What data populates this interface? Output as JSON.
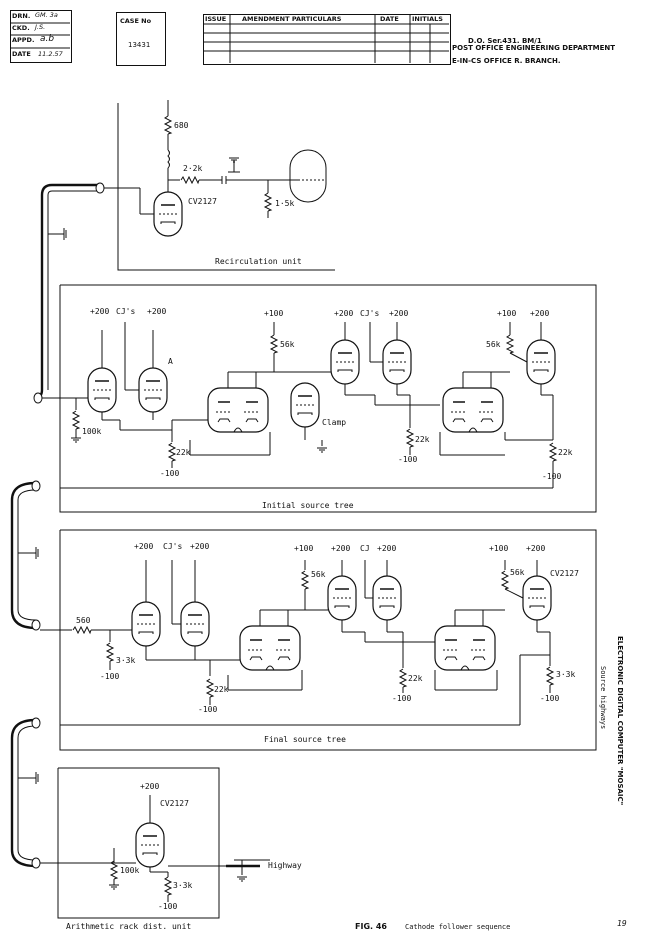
{
  "title_block": {
    "drn_label": "DRN.",
    "drn_value": "GM. 3a",
    "ckd_label": "CKD.",
    "ckd_value": "J.S.",
    "appd_label": "APPD.",
    "appd_value": "a.b",
    "date_label": "DATE",
    "date_value": "11.2.57",
    "case_label": "CASE No",
    "case_value": "13431"
  },
  "amendment_table": {
    "headers": [
      "ISSUE",
      "AMENDMENT PARTICULARS",
      "DATE",
      "INITIALS"
    ]
  },
  "office": {
    "ref": "D.O. Ser.431. BM/1",
    "dept": "POST OFFICE ENGINEERING DEPARTMENT",
    "branch": "E-IN-CS OFFICE  R. BRANCH."
  },
  "sections": {
    "recirculation": "Recirculation unit",
    "initial": "Initial source tree",
    "final": "Final source tree",
    "arithmetic": "Arithmetic rack dist. unit"
  },
  "components": {
    "r680": "680",
    "r2k2": "2·2k",
    "r1k5": "1·5k",
    "cv2127": "CV2127",
    "plus200": "+200",
    "plus100": "+100",
    "minus100": "-100",
    "cjs": "CJ's",
    "cj": "CJ",
    "r100k": "100k",
    "r22k": "22k",
    "r56k": "56k",
    "r3k3": "3·3k",
    "r560": "560",
    "clamp": "Clamp",
    "a_marker": "A",
    "highway": "Highway"
  },
  "side_title": {
    "line1": "ELECTRONIC DIGITAL COMPUTER \"MOSAIC\"",
    "line2": "Source highways"
  },
  "figure": {
    "number": "FIG. 46",
    "caption": "Cathode follower sequence",
    "page": "19"
  }
}
